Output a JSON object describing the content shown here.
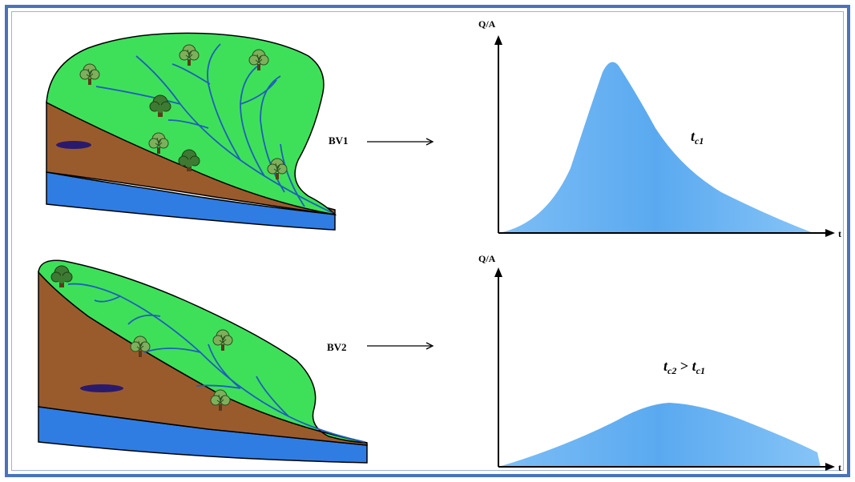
{
  "colors": {
    "frame": "#4a73b9",
    "grass": "#3ee05a",
    "soil": "#9a5b2c",
    "water": "#2f7de3",
    "hydrograph": "#69b3f3",
    "stream": "#1f5fb8",
    "tree": "#3d7a32",
    "axis": "#000000"
  },
  "basins": [
    {
      "label": "BV1"
    },
    {
      "label": "BV2"
    }
  ],
  "graphs": [
    {
      "y_axis_label": "Q/A",
      "x_axis_label": "t",
      "annotation": {
        "t": "t",
        "sub": "c1"
      }
    },
    {
      "y_axis_label": "Q/A",
      "x_axis_label": "t",
      "annotation": {
        "t": "t",
        "sub": "c2",
        "op": " > ",
        "t2": "t",
        "sub2": "c1"
      }
    }
  ],
  "icons": [
    "tree-icon",
    "arrow-right-icon"
  ]
}
